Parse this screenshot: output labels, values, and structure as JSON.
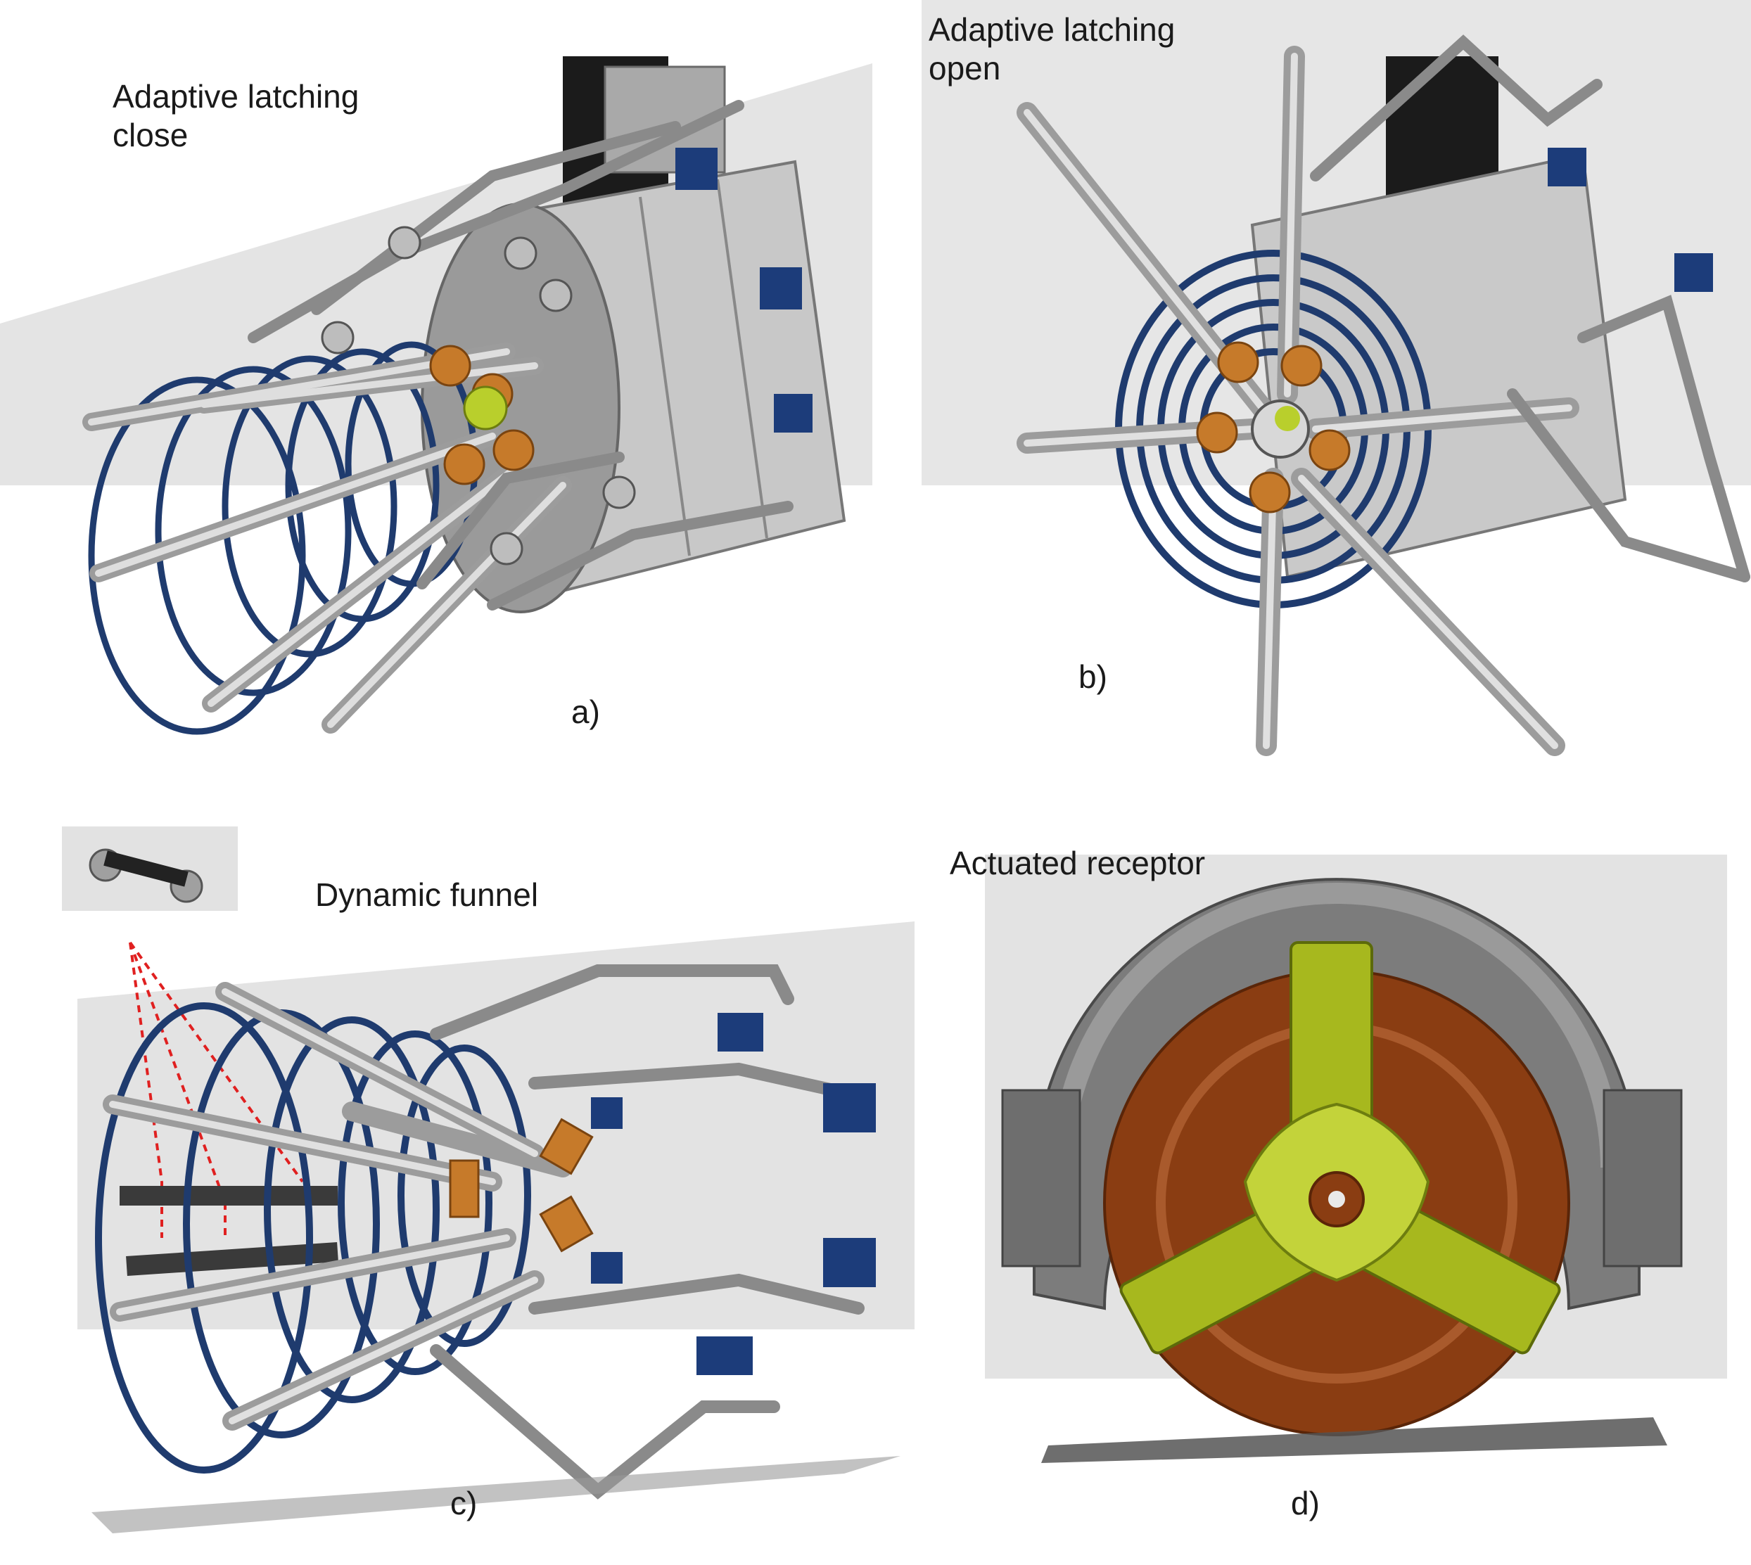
{
  "panels": {
    "a": {
      "title_line1": "Adaptive latching",
      "title_line2": "close",
      "label": "a)"
    },
    "b": {
      "title_line1": "Adaptive latching",
      "title_line2": "open",
      "label": "b)"
    },
    "c": {
      "title": "Dynamic funnel",
      "label": "c)"
    },
    "d": {
      "title": "Actuated receptor",
      "label": "d)"
    }
  },
  "colors": {
    "aluminum": "#c9c9c9",
    "aluminum_dark": "#8c8c8c",
    "hoop_blue": "#1f3b6e",
    "block_blue": "#1c3c7a",
    "bronze": "#c67a2a",
    "rust": "#8a3d12",
    "lime": "#a7b81e",
    "backdrop": "#e3e3e3",
    "dashed_red": "#e02020"
  }
}
